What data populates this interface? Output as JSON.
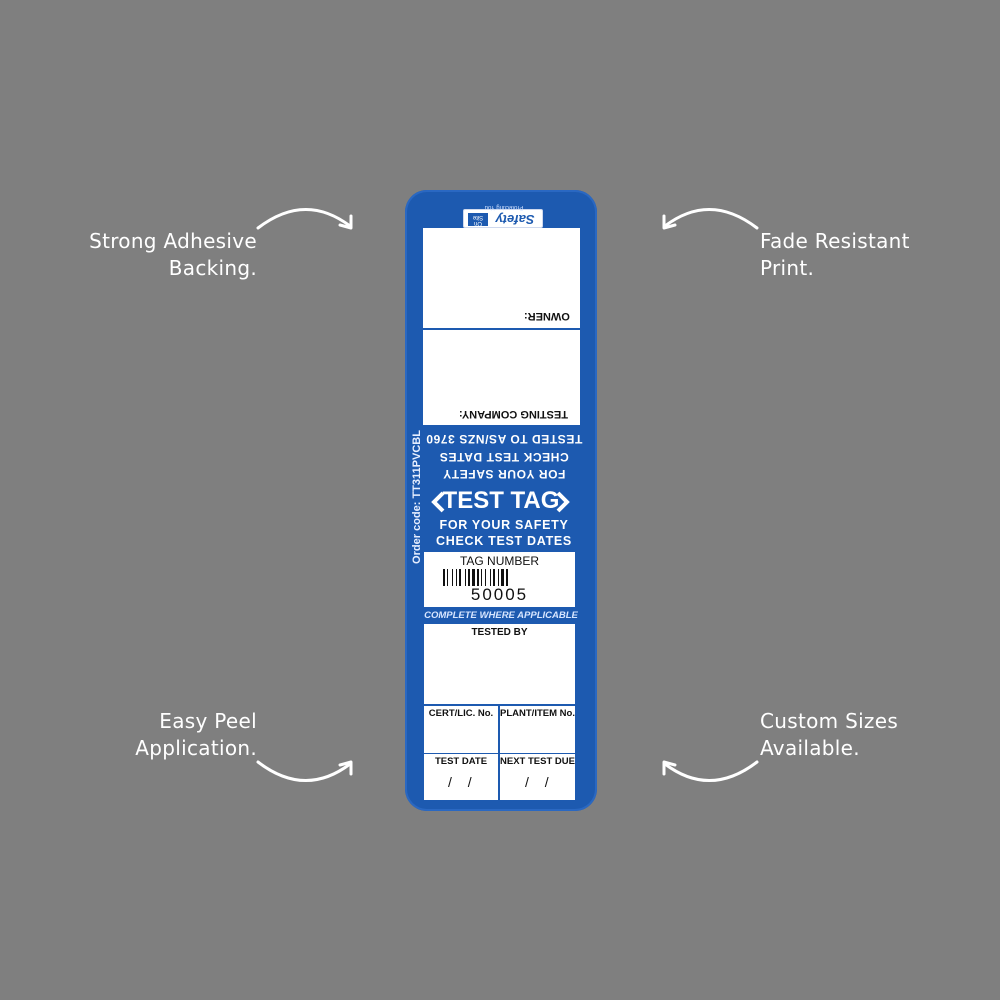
{
  "callouts": {
    "top_left": [
      "Strong Adhesive",
      "Backing."
    ],
    "top_right": [
      "Fade Resistant",
      "Print."
    ],
    "bottom_left": [
      "Easy Peel",
      "Application."
    ],
    "bottom_right": [
      "Custom Sizes",
      "Available."
    ]
  },
  "tag": {
    "brand": "Safety",
    "brand_badge": [
      "On",
      "Site"
    ],
    "brand_tagline": "Protecting You",
    "owner_label": "OWNER:",
    "testing_company_label": "TESTING COMPANY:",
    "flipped_lines": [
      "TESTED TO AS/NZS 3760",
      "CHECK TEST DATES",
      "FOR YOUR SAFETY"
    ],
    "order_code": "Order code: TT311PVCBL",
    "title": "TEST TAG",
    "safety_lines": [
      "FOR YOUR SAFETY",
      "CHECK TEST DATES"
    ],
    "tag_number_label": "TAG NUMBER",
    "tag_number": "50005",
    "complete_note": "COMPLETE WHERE APPLICABLE",
    "tested_by_label": "TESTED BY",
    "cert_label": "CERT/LIC. No.",
    "plant_label": "PLANT/ITEM No.",
    "test_date_label": "TEST DATE",
    "next_test_due_label": "NEXT TEST DUE",
    "date_placeholder": "/ /"
  },
  "colors": {
    "background": "#7f7f7f",
    "tag_blue": "#1d5ab0",
    "text_white": "#ffffff"
  }
}
